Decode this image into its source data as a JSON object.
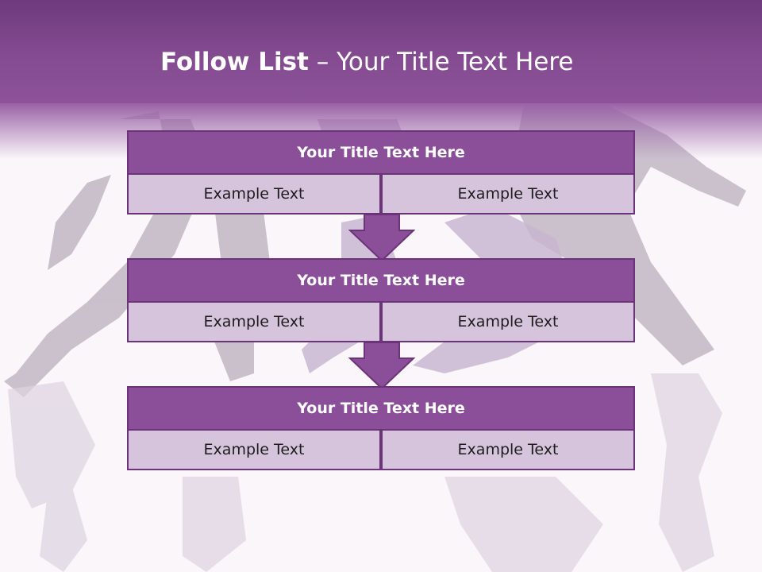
{
  "slide": {
    "title_bold": "Follow List",
    "title_rest": " – Your Title Text Here",
    "blocks": [
      {
        "title": "Your Title Text Here",
        "cells": [
          "Example Text",
          "Example Text"
        ]
      },
      {
        "title": "Your Title Text Here",
        "cells": [
          "Example Text",
          "Example Text"
        ]
      },
      {
        "title": "Your Title Text Here",
        "cells": [
          "Example Text",
          "Example Text"
        ]
      }
    ]
  },
  "colors": {
    "header": "#844b91",
    "block_header": "#8b4f9a",
    "block_cell": "#d5c4dc",
    "border": "#6b3378",
    "arrow": "#8b4f9a"
  }
}
